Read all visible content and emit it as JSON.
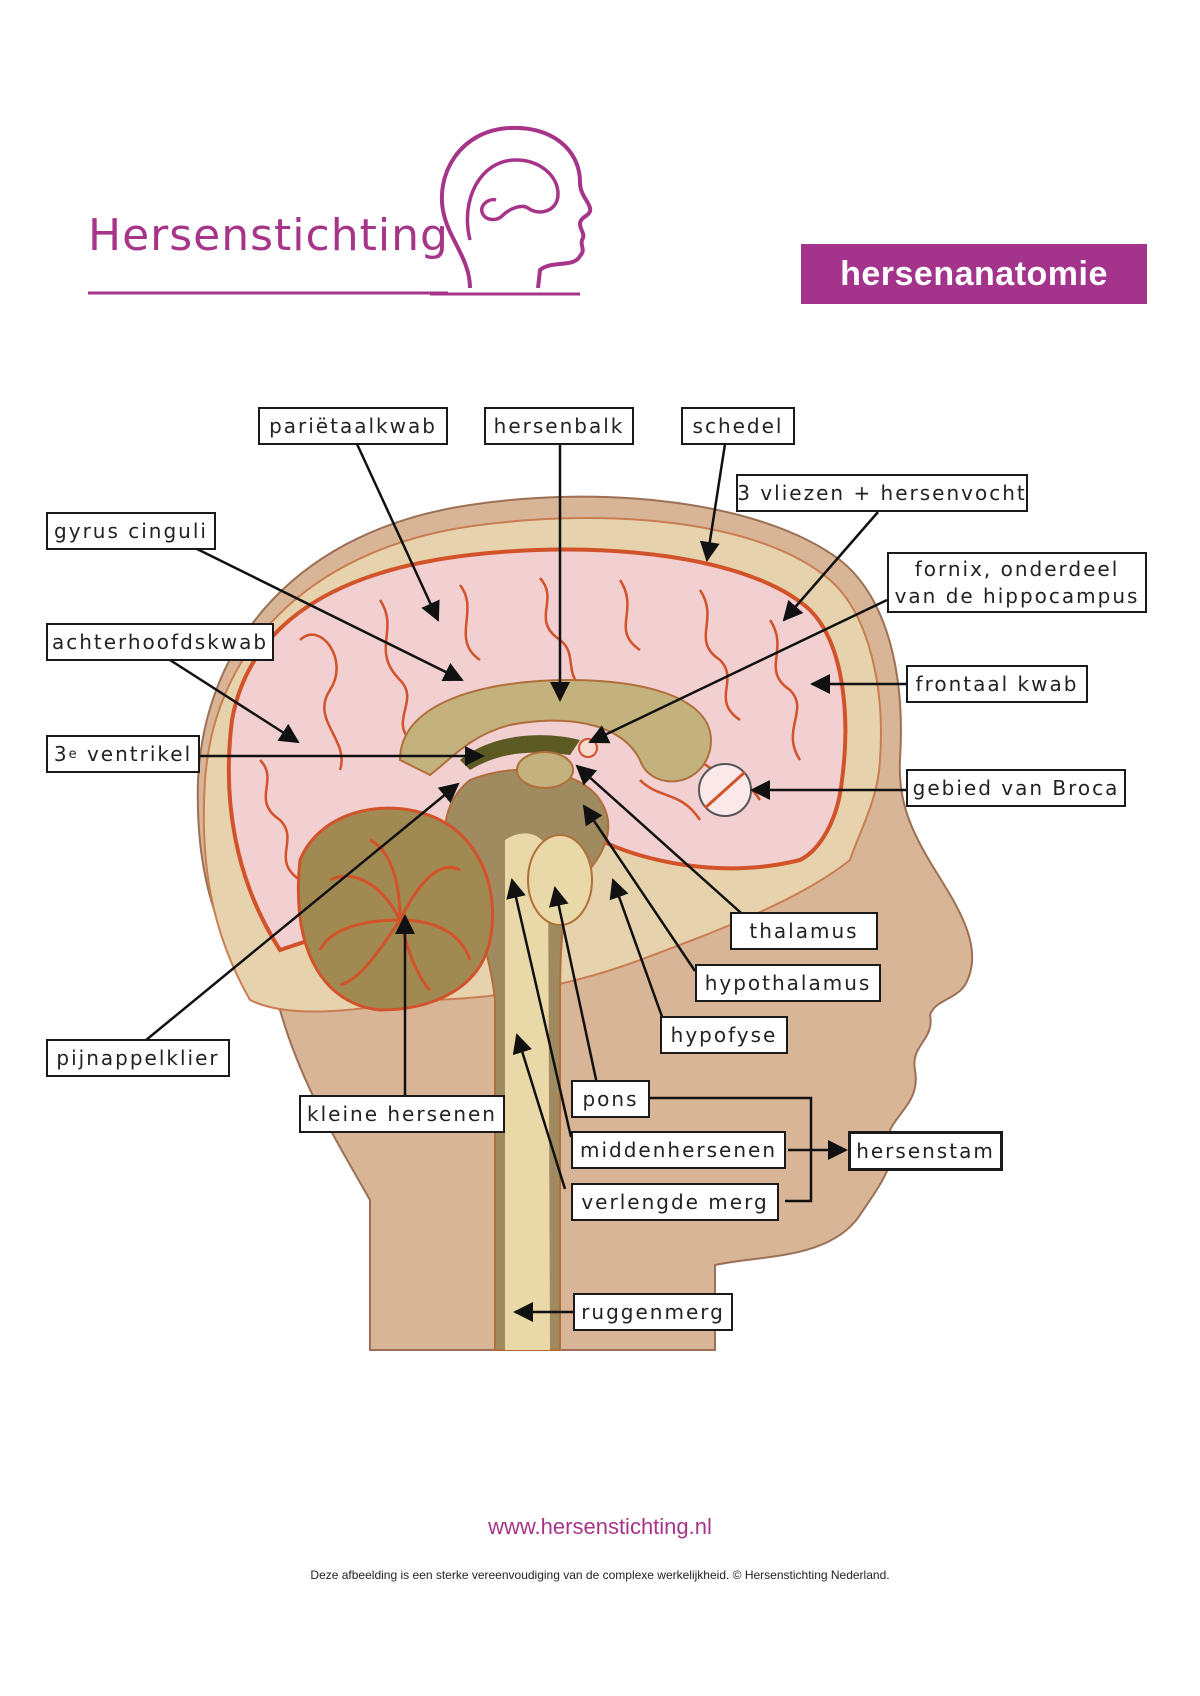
{
  "header": {
    "brand": "Hersenstichting",
    "title": "hersenanatomie"
  },
  "labels": {
    "parietaalkwab": "pariëtaalkwab",
    "hersenbalk": "hersenbalk",
    "schedel": "schedel",
    "vliezen": "3 vliezen + hersenvocht",
    "gyrus": "gyrus cinguli",
    "fornix_line1": "fornix, onderdeel",
    "fornix_line2": "van de hippocampus",
    "achterhoofdskwab": "achterhoofdskwab",
    "frontaal": "frontaal kwab",
    "ventrikel_num": "3",
    "ventrikel_sup": "e",
    "ventrikel_word": " ventrikel",
    "broca": "gebied van Broca",
    "thalamus": "thalamus",
    "hypothalamus": "hypothalamus",
    "hypofyse": "hypofyse",
    "pijnappelklier": "pijnappelklier",
    "pons": "pons",
    "kleine_hersenen": "kleine hersenen",
    "middenhersenen": "middenhersenen",
    "hersenstam": "hersenstam",
    "verlengde_merg": "verlengde merg",
    "ruggenmerg": "ruggenmerg"
  },
  "footer": {
    "url": "www.hersenstichting.nl",
    "disclaimer": "Deze afbeelding is een sterke vereenvoudiging van de complexe werkelijkheid. © Hersenstichting Nederland."
  },
  "colors": {
    "brand": "#a6358a",
    "skin": "#d9b597",
    "skull": "#e6d3ae",
    "brain": "#f2cfd0",
    "outline": "#d2522a",
    "callosum": "#c4b27e",
    "stem": "#9a8256",
    "cerebellum": "#a08a52"
  }
}
